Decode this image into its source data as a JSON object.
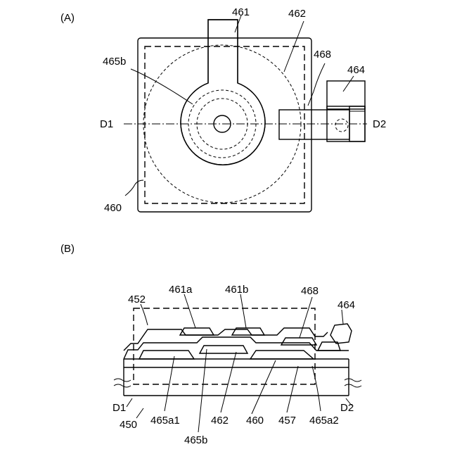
{
  "panel_a": {
    "tag": "(A)",
    "labels": {
      "l461": "461",
      "l462": "462",
      "l465b": "465b",
      "l468": "468",
      "l464": "464",
      "d1": "D1",
      "d2": "D2",
      "l460": "460"
    }
  },
  "panel_b": {
    "tag": "(B)",
    "labels": {
      "l452": "452",
      "l461a": "461a",
      "l461b": "461b",
      "l468": "468",
      "l464": "464",
      "d1": "D1",
      "d2": "D2",
      "l450": "450",
      "l465a1": "465a1",
      "l462": "462",
      "l460": "460",
      "l457": "457",
      "l465a2": "465a2",
      "l465b": "465b"
    }
  },
  "colors": {
    "line": "#000000",
    "background": "#ffffff"
  }
}
